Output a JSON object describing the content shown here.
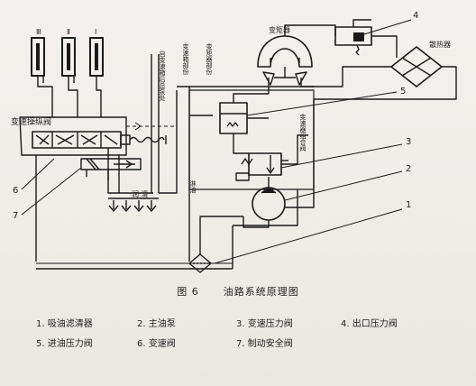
{
  "figure": {
    "caption_number": "图 6",
    "caption_title": "油路系统原理图"
  },
  "labels": {
    "shift_pos_1": "Ⅲ",
    "shift_pos_2": "Ⅱ",
    "shift_pos_3": "Ⅰ",
    "shift_valve_label": "变速操纵阀",
    "gearbox_pump_label": "自变速箱后总泵处",
    "gearbox_section": "变速箱部份",
    "converter_section": "变矩器部份",
    "torque_converter": "变矩器",
    "radiator": "散热器",
    "converter_valve_group": "变速器组合阀",
    "lubrication": "润 滑",
    "cooling_oil": "淋油"
  },
  "callouts": [
    "1",
    "2",
    "3",
    "4",
    "5",
    "6",
    "7"
  ],
  "legend": [
    {
      "num": "1.",
      "text": "吸油滤清器"
    },
    {
      "num": "2.",
      "text": "主油泵"
    },
    {
      "num": "3.",
      "text": "变速压力阀"
    },
    {
      "num": "4.",
      "text": "出口压力阀"
    },
    {
      "num": "5.",
      "text": "进油压力阀"
    },
    {
      "num": "6.",
      "text": "变速阀"
    },
    {
      "num": "7.",
      "text": "制动安全阀"
    }
  ]
}
